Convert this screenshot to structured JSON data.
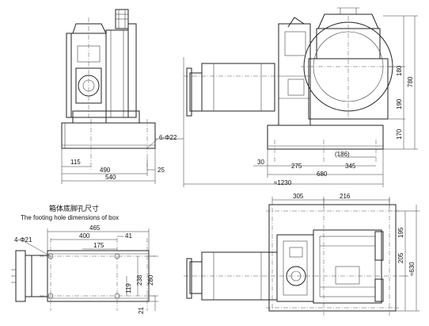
{
  "caption": {
    "zh": "箱体底脚孔尺寸",
    "en": "The footing hole dimensions of box"
  },
  "side_view": {
    "dims": {
      "d115": "115",
      "d490": "490",
      "d540": "540",
      "d25": "25",
      "holes": "6-Φ22"
    }
  },
  "front_view": {
    "dims": {
      "d30": "30",
      "d275": "275",
      "d345": "345",
      "d186": "(186)",
      "d680": "680",
      "d1230": "≈1230",
      "d180": "180",
      "d190": "190",
      "d170": "170",
      "d780": "780"
    }
  },
  "footing_view": {
    "dims": {
      "holes": "4-Φ21",
      "d465": "465",
      "d400": "400",
      "d41": "41",
      "d175": "175",
      "d119": "119",
      "d238": "238",
      "d280": "280",
      "d21": "21"
    }
  },
  "top_view": {
    "dims": {
      "d305": "305",
      "d216": "216",
      "d195": "195",
      "d205": "205",
      "d630": "≈630"
    }
  }
}
